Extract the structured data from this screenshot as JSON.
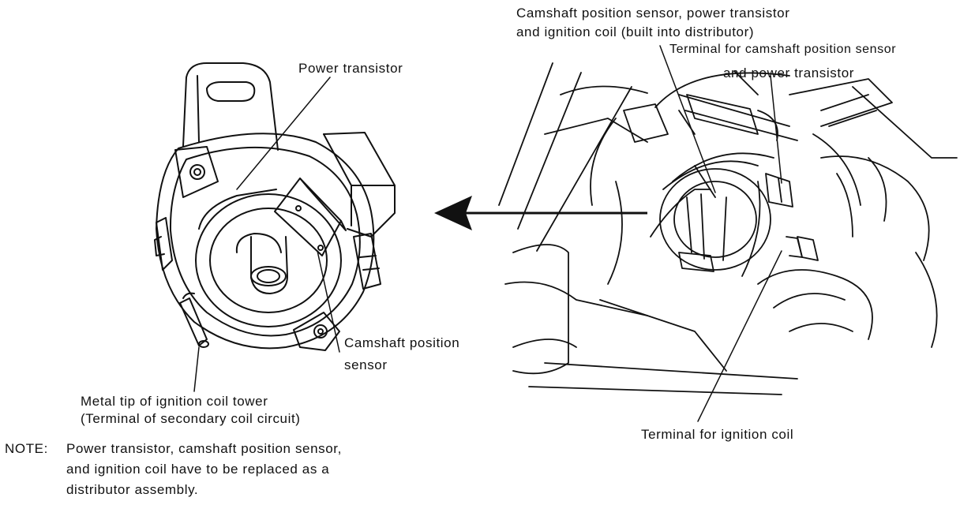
{
  "labels": {
    "power_transistor": "Power transistor",
    "camshaft_sensor_line1": "Camshaft position",
    "camshaft_sensor_line2": "sensor",
    "metal_tip_line1": "Metal tip of ignition coil tower",
    "metal_tip_line2": "(Terminal of secondary coil circuit)",
    "top_right_line1": "Camshaft position sensor, power transistor",
    "top_right_line2": "and ignition coil (built into distributor)",
    "terminal_cam_line1": "Terminal for camshaft position sensor",
    "terminal_cam_line2": "and power transistor",
    "terminal_ignition": "Terminal for ignition coil"
  },
  "note": {
    "label": "NOTE:",
    "lines": [
      "Power transistor, camshaft position sensor,",
      "and ignition coil have to be replaced as a",
      "distributor assembly."
    ]
  },
  "colors": {
    "ink": "#111111",
    "paper": "#ffffff"
  }
}
